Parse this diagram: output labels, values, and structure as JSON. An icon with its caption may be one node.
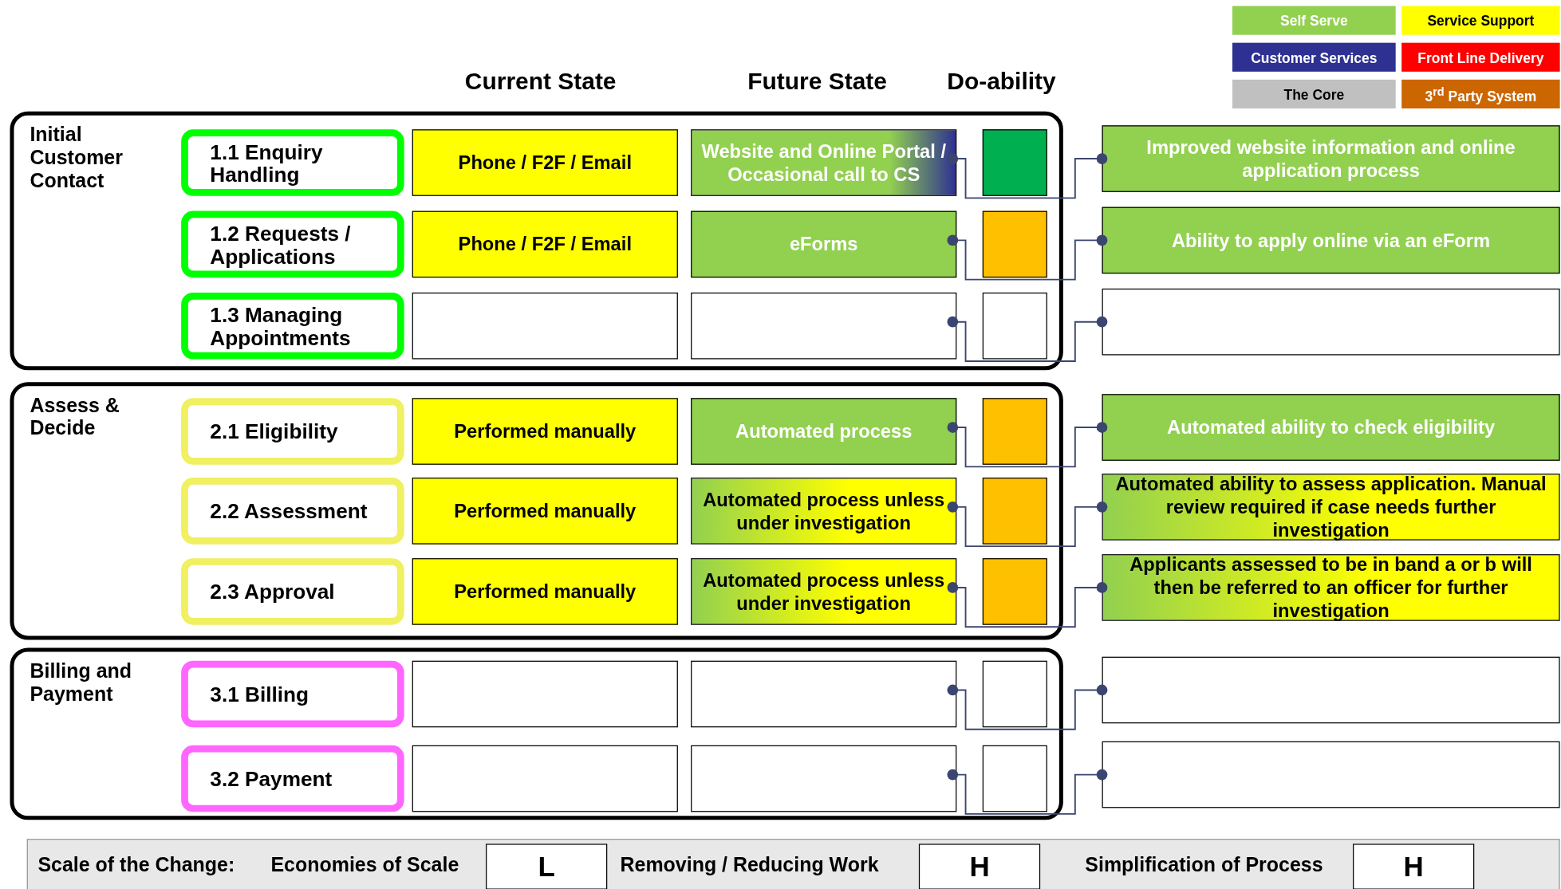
{
  "diagram": {
    "nodes": [
      {
        "text": [
          "Initial Customer Contact"
        ]
      },
      {
        "text": [
          "1.1 Enquiry Handling"
        ],
        "in": 0
      },
      {
        "text": [
          "Phone / F2F / Email"
        ],
        "in": 0
      },
      {
        "text": [
          "Website and Online Portal / Occasional call to CS"
        ],
        "in": 0
      },
      {
        "text": [],
        "shape": "box",
        "in": 0
      },
      {
        "text": [
          "Improved website information and online application process"
        ]
      },
      {
        "text": [
          "1.2 Requests / Applications"
        ],
        "in": 0
      },
      {
        "text": [
          "Phone / F2F / Email"
        ],
        "in": 0
      },
      {
        "text": [
          "eForms"
        ],
        "in": 0
      },
      {
        "text": [],
        "shape": "box",
        "in": 0
      },
      {
        "text": [
          "Ability to apply online via an eForm"
        ]
      },
      {
        "text": [
          "1.3 Managing Appointments"
        ],
        "in": 0
      },
      {
        "text": [],
        "shape": "box",
        "in": 0
      },
      {
        "text": [],
        "shape": "box",
        "in": 0
      },
      {
        "text": [],
        "shape": "box",
        "in": 0
      },
      {
        "text": [],
        "shape": "box"
      },
      {
        "text": [
          "Assess & Decide"
        ]
      },
      {
        "text": [
          "2.1 Eligibility"
        ],
        "in": 16
      },
      {
        "text": [
          "Performed manually"
        ],
        "in": 16
      },
      {
        "text": [
          "Automated process"
        ],
        "in": 16
      },
      {
        "text": [],
        "shape": "box",
        "in": 16
      },
      {
        "text": [
          "Automated ability to check eligibility"
        ]
      },
      {
        "text": [
          "2.2 Assessment"
        ],
        "in": 16
      },
      {
        "text": [
          "Performed manually"
        ],
        "in": 16
      },
      {
        "text": [
          "Automated process unless under investigation"
        ],
        "in": 16
      },
      {
        "text": [],
        "shape": "box",
        "in": 16
      },
      {
        "text": [
          "Automated ability to assess application. Manual review required if case needs further investigation"
        ]
      },
      {
        "text": [
          "2.3 Approval"
        ],
        "in": 16
      },
      {
        "text": [
          "Performed manually"
        ],
        "in": 16
      },
      {
        "text": [
          "Automated process unless under investigation"
        ],
        "in": 16
      },
      {
        "text": [],
        "shape": "box",
        "in": 16
      },
      {
        "text": [
          "Applicants assessed to be in band a or b will then be referred to an officer for further investigation"
        ]
      },
      {
        "text": [
          "Billing and Payment"
        ]
      },
      {
        "text": [
          "3.1 Billing"
        ],
        "in": 32
      },
      {
        "text": [],
        "shape": "box",
        "in": 32
      },
      {
        "text": [],
        "shape": "box",
        "in": 32
      },
      {
        "text": [],
        "shape": "box",
        "in": 32
      },
      {
        "text": [],
        "shape": "box"
      },
      {
        "text": [
          "3.2 Payment"
        ],
        "in": 32
      },
      {
        "text": [],
        "shape": "box",
        "in": 32
      },
      {
        "text": [],
        "shape": "box",
        "in": 32
      },
      {
        "text": [],
        "shape": "box",
        "in": 32
      },
      {
        "text": [],
        "shape": "box"
      },
      {
        "text": [
          "Scale of the Change:",
          "Economies of Scale",
          "Removing / Reducing Work",
          "Simplification of Process"
        ]
      },
      {
        "text": [
          "L"
        ],
        "in": 43
      },
      {
        "text": [
          "H"
        ],
        "in": 43
      },
      {
        "text": [
          "H"
        ],
        "in": 43
      }
    ],
    "edges": [
      {
        "from": 3,
        "to": 5,
        "arrow": "other"
      },
      {
        "from": 8,
        "to": 10,
        "arrow": "other"
      },
      {
        "from": 13,
        "to": 15,
        "arrow": "other"
      },
      {
        "from": 19,
        "to": 21,
        "arrow": "other"
      },
      {
        "from": 24,
        "to": 26,
        "arrow": "other"
      },
      {
        "from": 29,
        "to": 31,
        "arrow": "other"
      },
      {
        "from": 35,
        "to": 37,
        "arrow": "other"
      },
      {
        "from": 40,
        "to": 42,
        "arrow": "other"
      }
    ],
    "labels": [
      "Current State",
      "Future State",
      "Do-ability"
    ],
    "legend": [
      {
        "text": "Self Serve",
        "color": "#92d050"
      },
      {
        "text": "Service Support",
        "color": "#ffff00"
      },
      {
        "text": "Customer Services",
        "color": "#2e3192"
      },
      {
        "text": "Front Line Delivery",
        "color": "#ff0000"
      },
      {
        "text": "The Core",
        "color": "#c0c0c0"
      },
      {
        "text": "3$^{rd}$ Party System",
        "color": "#cc6600"
      }
    ]
  }
}
